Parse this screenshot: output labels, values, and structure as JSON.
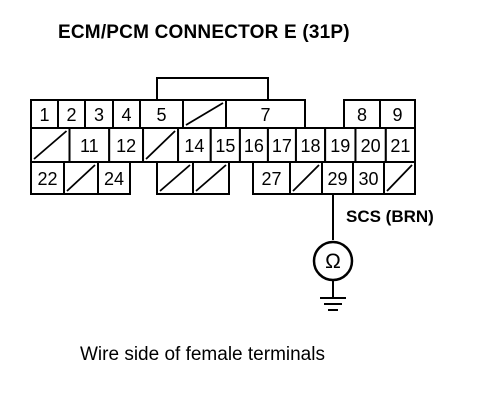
{
  "title": "ECM/PCM CONNECTOR E (31P)",
  "caption": "Wire side of female terminals",
  "wire_label": "SCS (BRN)",
  "meter_symbol": "Ω",
  "connector": {
    "rows": [
      [
        "1",
        "2",
        "3",
        "4",
        "5",
        "",
        "7",
        "8",
        "9"
      ],
      [
        "",
        "11",
        "12",
        "",
        "14",
        "15",
        "16",
        "17",
        "18",
        "19",
        "20",
        "21"
      ],
      [
        "22",
        "",
        "24",
        "",
        "",
        "27",
        "",
        "29",
        "30",
        ""
      ]
    ]
  }
}
